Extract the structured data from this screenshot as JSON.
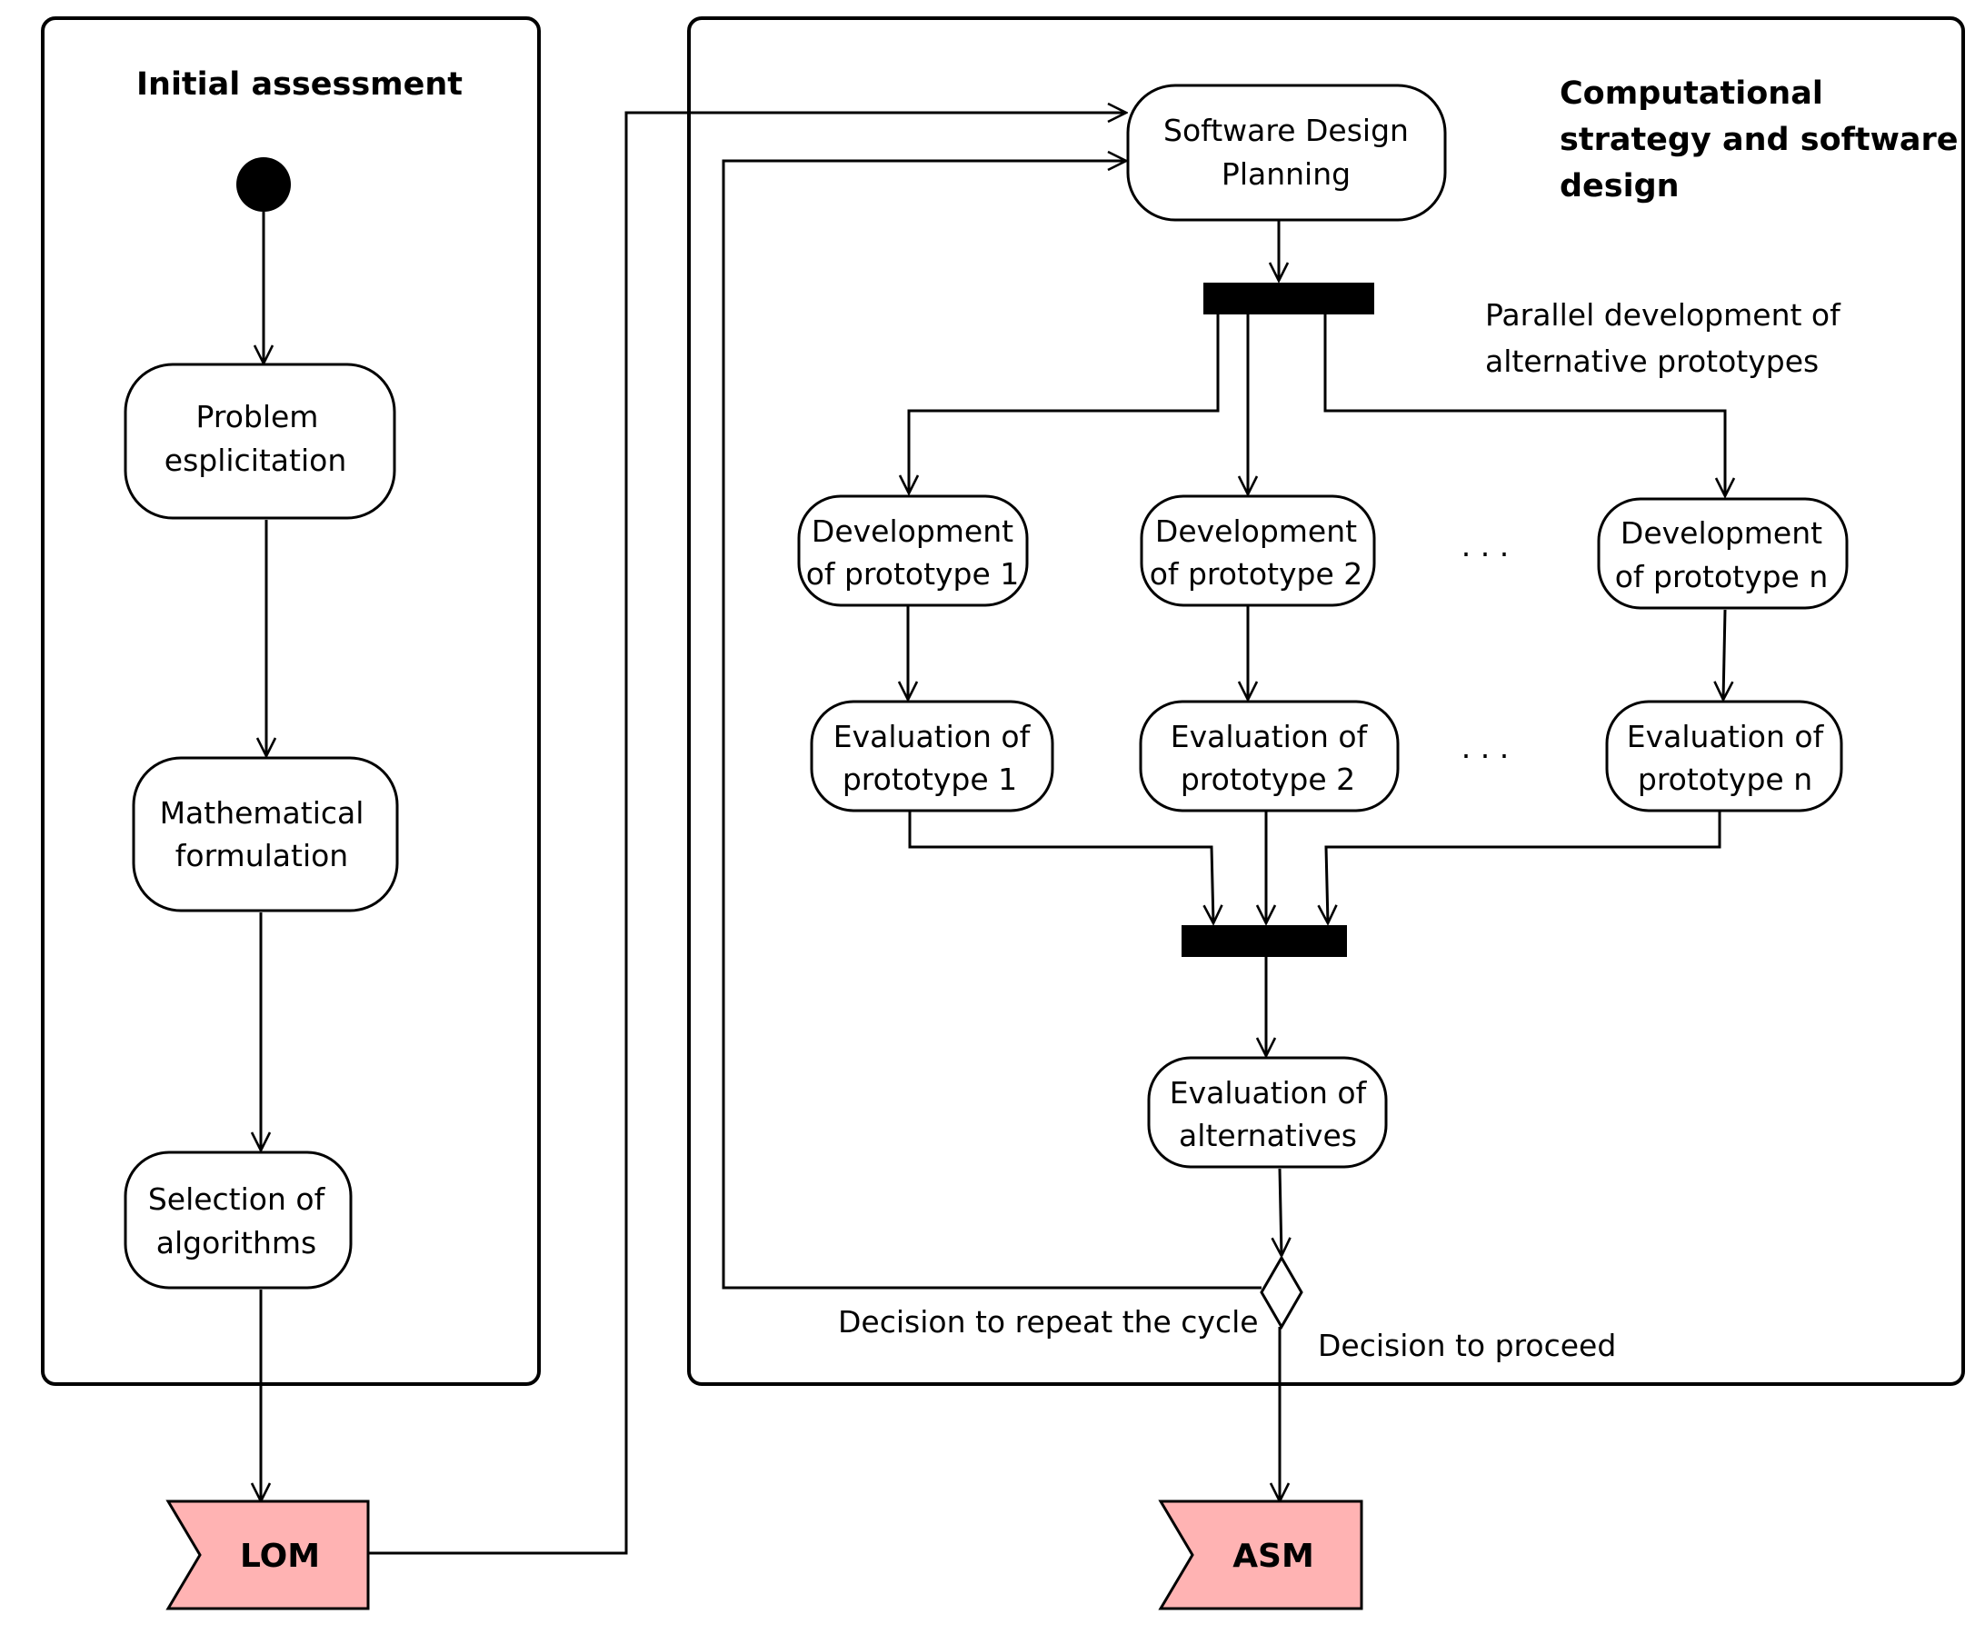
{
  "lanes": {
    "left_title": "Initial assessment",
    "right_title": [
      "Computational",
      "strategy and software",
      "design"
    ]
  },
  "nodes": {
    "problem": [
      "Problem",
      "esplicitation"
    ],
    "math": [
      "Mathematical",
      "formulation"
    ],
    "selection": [
      "Selection of",
      "algorithms"
    ],
    "sdp": [
      "Software Design",
      "Planning"
    ],
    "dev1": [
      "Development",
      "of prototype 1"
    ],
    "dev2": [
      "Development",
      "of prototype 2"
    ],
    "devn": [
      "Development",
      "of prototype n"
    ],
    "eval1": [
      "Evaluation of",
      "prototype 1"
    ],
    "eval2": [
      "Evaluation of",
      "prototype 2"
    ],
    "evaln": [
      "Evaluation of",
      "prototype n"
    ],
    "evalalt": [
      "Evaluation of",
      "alternatives"
    ]
  },
  "labels": {
    "parallel": [
      "Parallel development of",
      "alternative prototypes"
    ],
    "ellipsis": ". . .",
    "repeat": "Decision to repeat the cycle",
    "proceed": "Decision to proceed"
  },
  "flags": {
    "lom": "LOM",
    "asm": "ASM"
  },
  "colors": {
    "flag_fill": "#ffb3b3",
    "stroke": "#000000"
  }
}
